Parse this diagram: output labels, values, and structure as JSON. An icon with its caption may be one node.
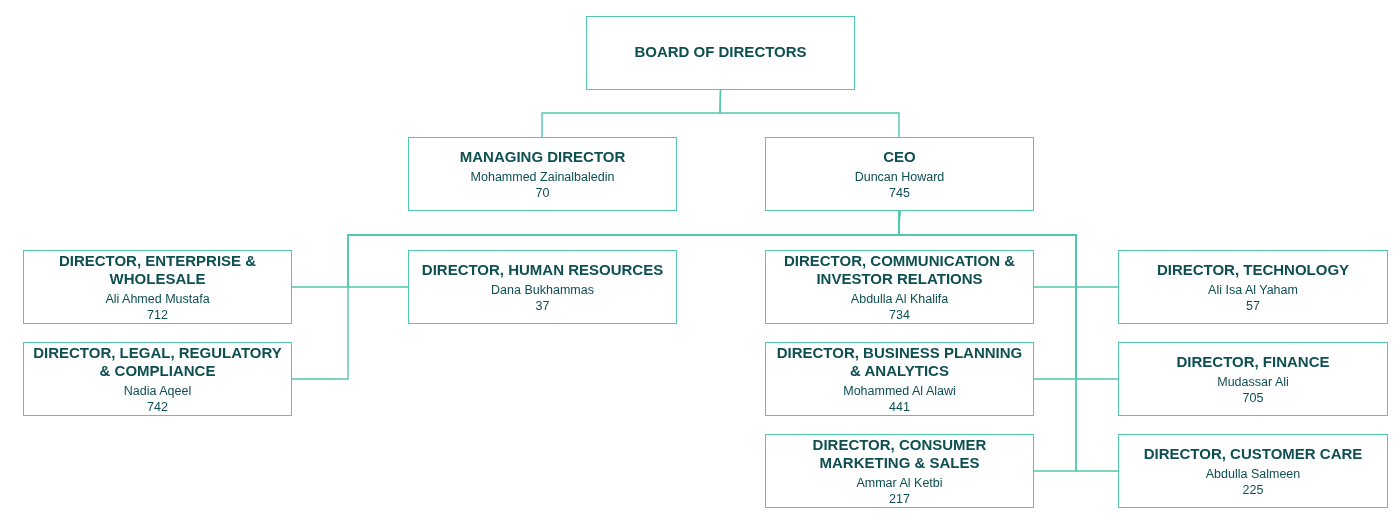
{
  "diagram": {
    "nodes": [
      {
        "text": [
          "BOARD OF DIRECTORS"
        ]
      },
      {
        "text": [
          "MANAGING DIRECTOR",
          "Mohammed Zainalbaledin",
          "70"
        ]
      },
      {
        "text": [
          "CEO",
          "Duncan Howard",
          "745"
        ]
      },
      {
        "text": [
          "DIRECTOR, ENTERPRISE & WHOLESALE",
          "Ali Ahmed Mustafa",
          "712"
        ]
      },
      {
        "text": [
          "DIRECTOR, HUMAN RESOURCES",
          "Dana Bukhammas",
          "37"
        ]
      },
      {
        "text": [
          "DIRECTOR, COMMUNICATION & INVESTOR RELATIONS",
          "Abdulla Al Khalifa",
          "734"
        ]
      },
      {
        "text": [
          "DIRECTOR, TECHNOLOGY",
          "Ali Isa Al Yaham",
          "57"
        ]
      },
      {
        "text": [
          "DIRECTOR, LEGAL, REGULATORY & COMPLIANCE",
          "Nadia Aqeel",
          "742"
        ]
      },
      {
        "text": [
          "DIRECTOR, BUSINESS PLANNING & ANALYTICS",
          "Mohammed Al Alawi",
          "441"
        ]
      },
      {
        "text": [
          "DIRECTOR, FINANCE",
          "Mudassar Ali",
          "705"
        ]
      },
      {
        "text": [
          "DIRECTOR, CONSUMER MARKETING & SALES",
          "Ammar Al Ketbi",
          "217"
        ]
      },
      {
        "text": [
          "DIRECTOR, CUSTOMER CARE",
          "Abdulla Salmeen",
          "225"
        ]
      }
    ],
    "edges": [
      {
        "from": 0,
        "to": 1,
        "arrow": "none"
      },
      {
        "from": 0,
        "to": 2,
        "arrow": "none"
      },
      {
        "from": 2,
        "to": 3,
        "arrow": "none"
      },
      {
        "from": 2,
        "to": 4,
        "arrow": "none"
      },
      {
        "from": 2,
        "to": 7,
        "arrow": "none"
      },
      {
        "from": 2,
        "to": 5,
        "arrow": "none"
      },
      {
        "from": 2,
        "to": 6,
        "arrow": "none"
      },
      {
        "from": 2,
        "to": 8,
        "arrow": "none"
      },
      {
        "from": 2,
        "to": 9,
        "arrow": "none"
      },
      {
        "from": 2,
        "to": 10,
        "arrow": "none"
      },
      {
        "from": 2,
        "to": 11,
        "arrow": "none"
      }
    ]
  }
}
